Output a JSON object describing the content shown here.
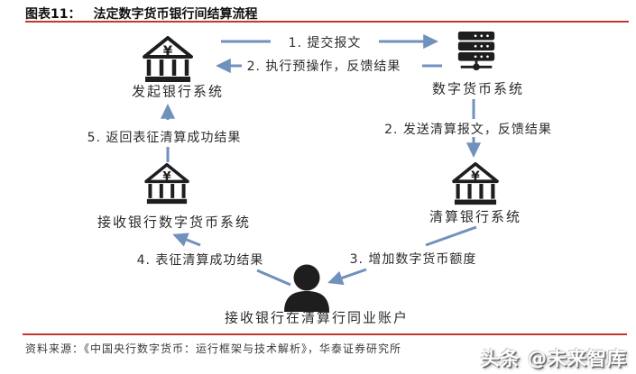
{
  "figure": {
    "label": "图表11：",
    "title": "法定数字货币银行间结算流程"
  },
  "colors": {
    "accent_red": "#BE3A2E",
    "arrow_blue": "#7191BD",
    "icon_black": "#1E1E1E"
  },
  "icons": {
    "initiating_bank": "bank-icon",
    "digital_currency_system": "server-icon",
    "clearing_bank": "bank-icon",
    "receiving_bank": "bank-icon",
    "interbank_account": "person-icon",
    "bank_currency_symbol": "¥"
  },
  "nodes": {
    "initiating_bank": "发起银行系统",
    "digital_currency_system": "数字货币系统",
    "clearing_bank": "清算银行系统",
    "receiving_bank": "接收银行数字货币系统",
    "interbank_account": "接收银行在清算行同业账户"
  },
  "steps": {
    "step1": "1. 提交报文",
    "step2a": "2. 执行预操作，反馈结果",
    "step2b": "2. 发送清算报文，反馈结果",
    "step3": "3. 增加数字货币额度",
    "step4": "4. 表征清算成功结果",
    "step5": "5. 返回表征清算成功结果"
  },
  "footer": {
    "source": "资料来源：《中国央行数字货币：运行框架与技术解析》，华泰证券研究所",
    "watermark": "头条 @未来智库"
  }
}
